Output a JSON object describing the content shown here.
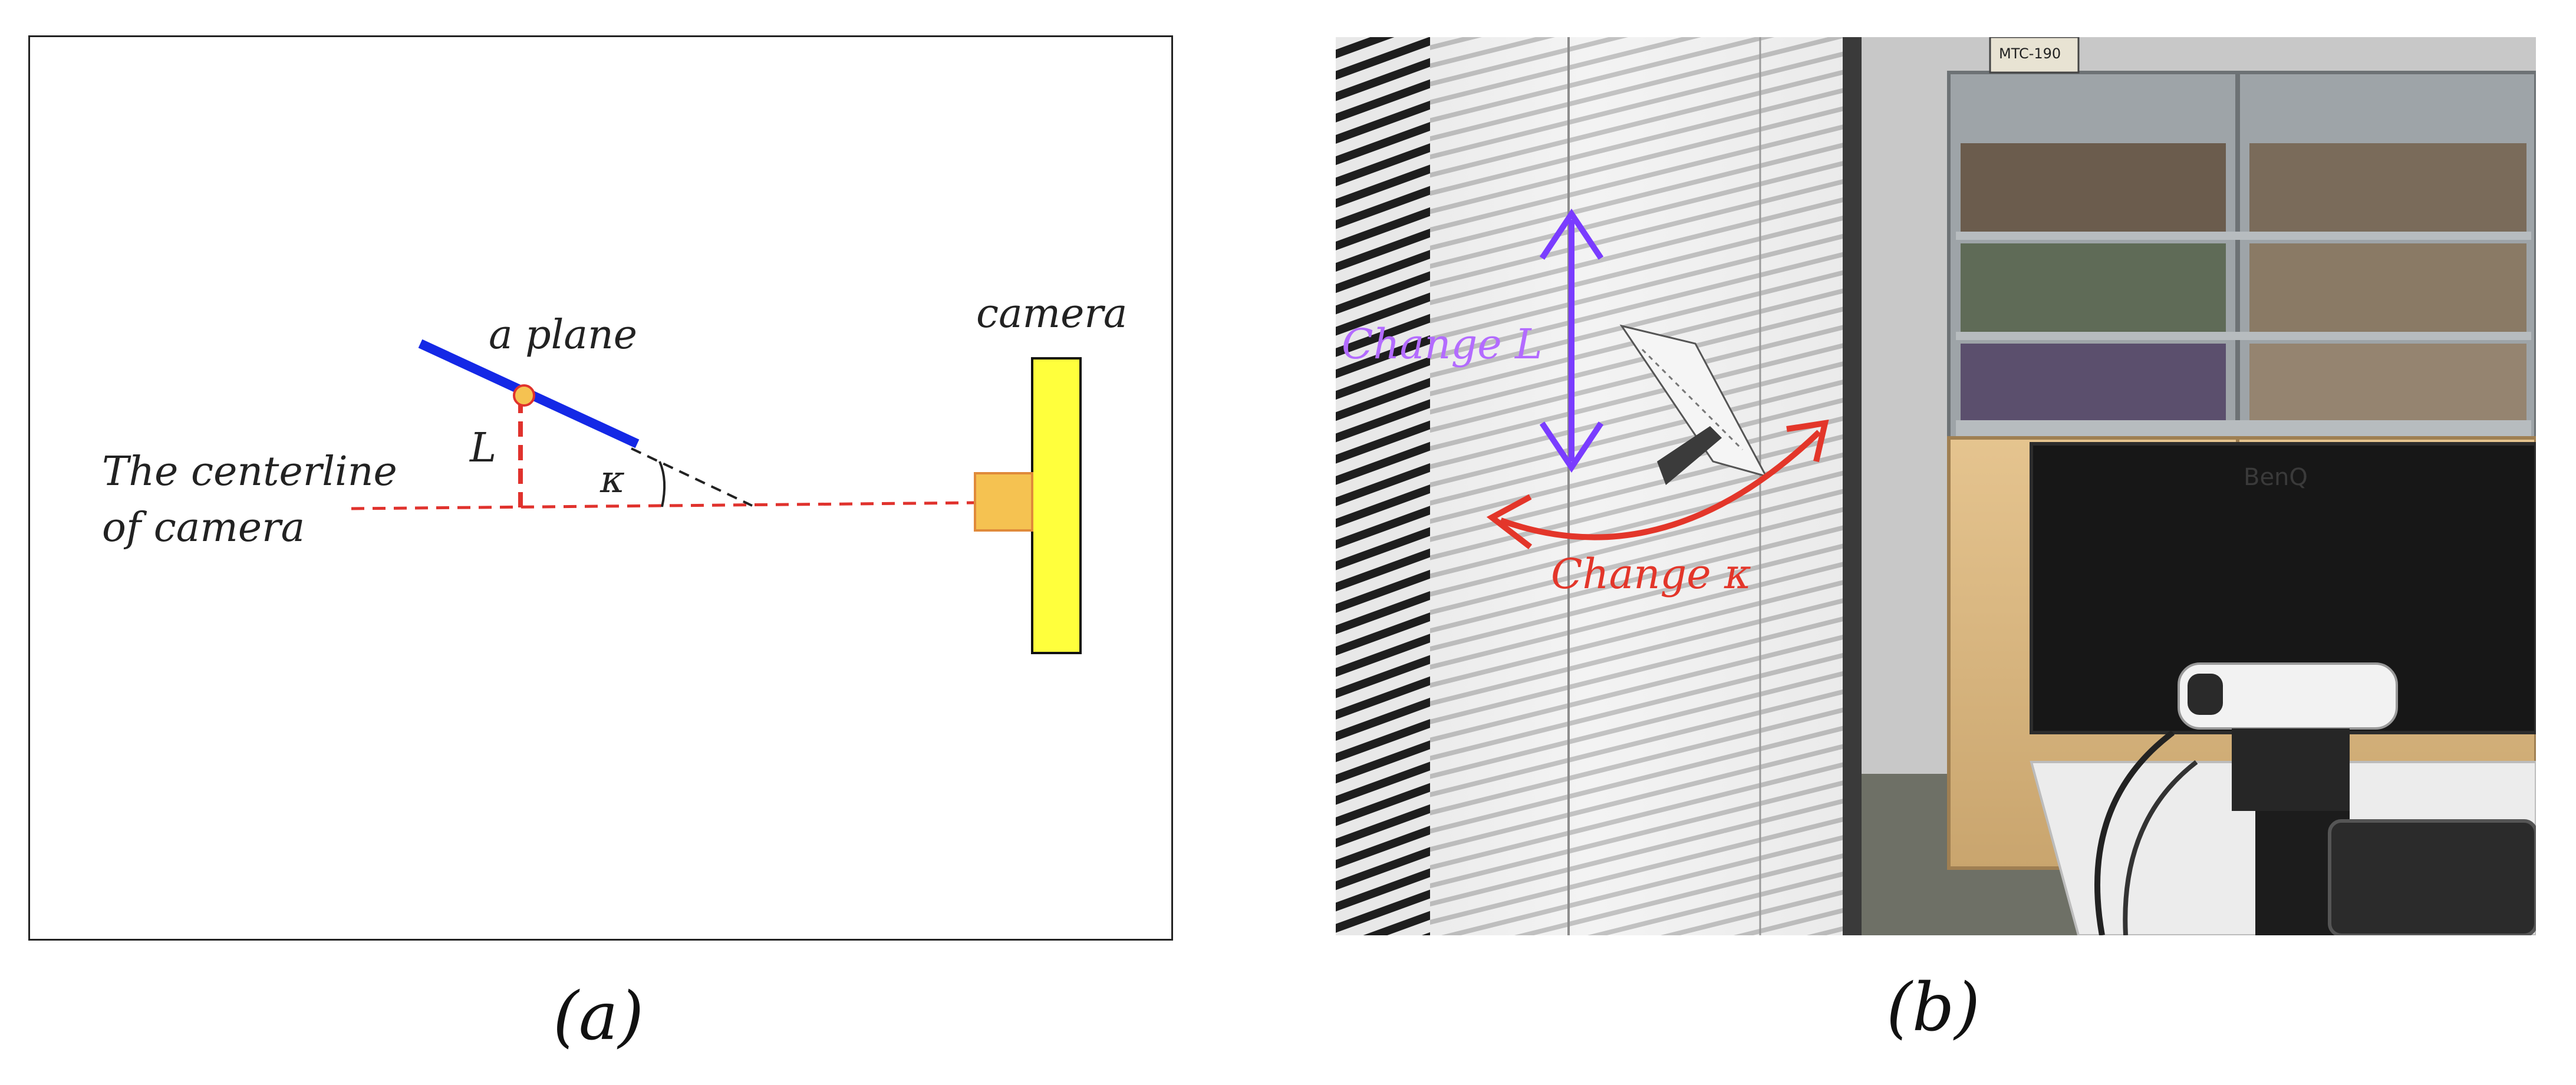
{
  "panel_a": {
    "plane_label": "a plane",
    "camera_label": "camera",
    "centerline_label_line1": "The centerline",
    "centerline_label_line2": "of camera",
    "distance_symbol": "L",
    "angle_symbol": "κ",
    "colors": {
      "plane": "#1428e6",
      "centerline": "#e0322d",
      "camera_body": "#ffff3c",
      "camera_lens": "#f5c251",
      "pivot": "#f5c251"
    }
  },
  "panel_b": {
    "change_l_label": "Change L",
    "change_kappa_label": "Change κ",
    "shelf_tag": "MTC-190",
    "monitor_brand": "BenQ",
    "colors": {
      "change_l": "#7a3cff",
      "change_l_text": "#b36bff",
      "change_kappa": "#e3362a"
    }
  },
  "captions": {
    "a": "(a)",
    "b": "(b)"
  }
}
